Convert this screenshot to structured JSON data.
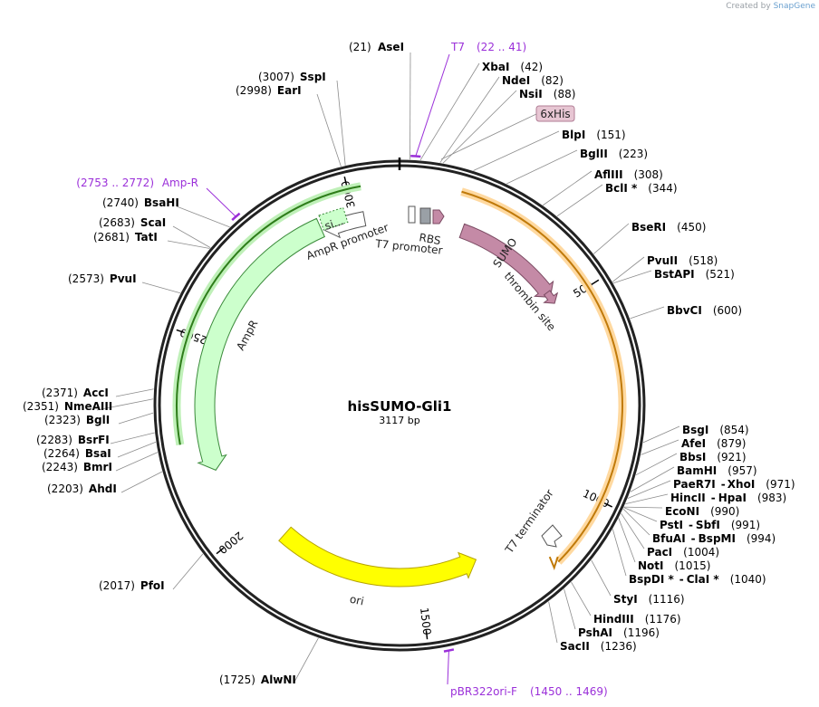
{
  "credit": {
    "prefix": "Created by",
    "brand": "SnapGene"
  },
  "plasmid": {
    "name": "hisSUMO-Gli1",
    "size_label": "3117 bp",
    "length": 3117
  },
  "ticks": [
    {
      "pos": 500,
      "label": "500"
    },
    {
      "pos": 1000,
      "label": "1000"
    },
    {
      "pos": 1500,
      "label": "1500"
    },
    {
      "pos": 2000,
      "label": "2000"
    },
    {
      "pos": 2500,
      "label": "2500"
    },
    {
      "pos": 3000,
      "label": "3000"
    }
  ],
  "features": [
    {
      "id": "insert",
      "start": 140,
      "end": 1190,
      "color": "#f5a623",
      "label": ""
    },
    {
      "id": "sumo",
      "start": 170,
      "end": 470,
      "color": "#c48aa6",
      "label": "SUMO"
    },
    {
      "id": "thrombin",
      "start": 455,
      "end": 490,
      "color": "#c48aa6",
      "label": "thrombin site"
    },
    {
      "id": "ori",
      "start": 1330,
      "end": 1920,
      "color": "#ffff00",
      "label": "ori"
    },
    {
      "id": "ampr",
      "start": 2170,
      "end": 2910,
      "color": "#ccffcc",
      "label": "AmpR"
    },
    {
      "id": "ampr-promoter",
      "start": 2918,
      "end": 3025,
      "color": "#ffffff",
      "label": "AmpR promoter"
    },
    {
      "id": "t7-terminator",
      "start": 1080,
      "end": 1120,
      "color": "#ffffff",
      "label": "T7 terminator"
    }
  ],
  "small_labels": {
    "si": "si...",
    "rbs": "RBS",
    "t7promoter": "T7 promoter",
    "his": "6xHis"
  },
  "primers": [
    {
      "name": "T7",
      "range": "(22 .. 41)"
    },
    {
      "name": "Amp-R",
      "range": "(2753 .. 2772)"
    },
    {
      "name": "pBR322ori-F",
      "range": "(1450 .. 1469)"
    }
  ],
  "sites": [
    {
      "name": "AseI",
      "pos": "(21)"
    },
    {
      "name": "XbaI",
      "pos": "(42)"
    },
    {
      "name": "NdeI",
      "pos": "(82)"
    },
    {
      "name": "NsiI",
      "pos": "(88)"
    },
    {
      "name": "BlpI",
      "pos": "(151)"
    },
    {
      "name": "BglII",
      "pos": "(223)"
    },
    {
      "name": "AflIII",
      "pos": "(308)"
    },
    {
      "name": "BclI *",
      "pos": "(344)"
    },
    {
      "name": "BseRI",
      "pos": "(450)"
    },
    {
      "name": "PvuII",
      "pos": "(518)"
    },
    {
      "name": "BstAPI",
      "pos": "(521)"
    },
    {
      "name": "BbvCI",
      "pos": "(600)"
    },
    {
      "name": "BsgI",
      "pos": "(854)"
    },
    {
      "name": "AfeI",
      "pos": "(879)"
    },
    {
      "name": "BbsI",
      "pos": "(921)"
    },
    {
      "name": "BamHI",
      "pos": "(957)"
    },
    {
      "name": "PaeR7I",
      "name2": "XhoI",
      "pos": "(971)"
    },
    {
      "name": "HincII",
      "name2": "HpaI",
      "pos": "(983)"
    },
    {
      "name": "EcoNI",
      "pos": "(990)"
    },
    {
      "name": "PstI",
      "name2": "SbfI",
      "pos": "(991)"
    },
    {
      "name": "BfuAI",
      "name2": "BspMI",
      "pos": "(994)"
    },
    {
      "name": "PacI",
      "pos": "(1004)"
    },
    {
      "name": "NotI",
      "pos": "(1015)"
    },
    {
      "name": "BspDI *",
      "name2": "ClaI *",
      "pos": "(1040)"
    },
    {
      "name": "StyI",
      "pos": "(1116)"
    },
    {
      "name": "HindIII",
      "pos": "(1176)"
    },
    {
      "name": "PshAI",
      "pos": "(1196)"
    },
    {
      "name": "SacII",
      "pos": "(1236)"
    },
    {
      "name": "AlwNI",
      "pos": "(1725)"
    },
    {
      "name": "PfoI",
      "pos": "(2017)"
    },
    {
      "name": "AhdI",
      "pos": "(2203)"
    },
    {
      "name": "BmrI",
      "pos": "(2243)"
    },
    {
      "name": "BsaI",
      "pos": "(2264)"
    },
    {
      "name": "BsrFI",
      "pos": "(2283)"
    },
    {
      "name": "BglI",
      "pos": "(2323)"
    },
    {
      "name": "NmeAIII",
      "pos": "(2351)"
    },
    {
      "name": "AccI",
      "pos": "(2371)"
    },
    {
      "name": "PvuI",
      "pos": "(2573)"
    },
    {
      "name": "TatI",
      "pos": "(2681)"
    },
    {
      "name": "ScaI",
      "pos": "(2683)"
    },
    {
      "name": "BsaHI",
      "pos": "(2740)"
    },
    {
      "name": "EarI",
      "pos": "(2998)"
    },
    {
      "name": "SspI",
      "pos": "(3007)"
    }
  ]
}
